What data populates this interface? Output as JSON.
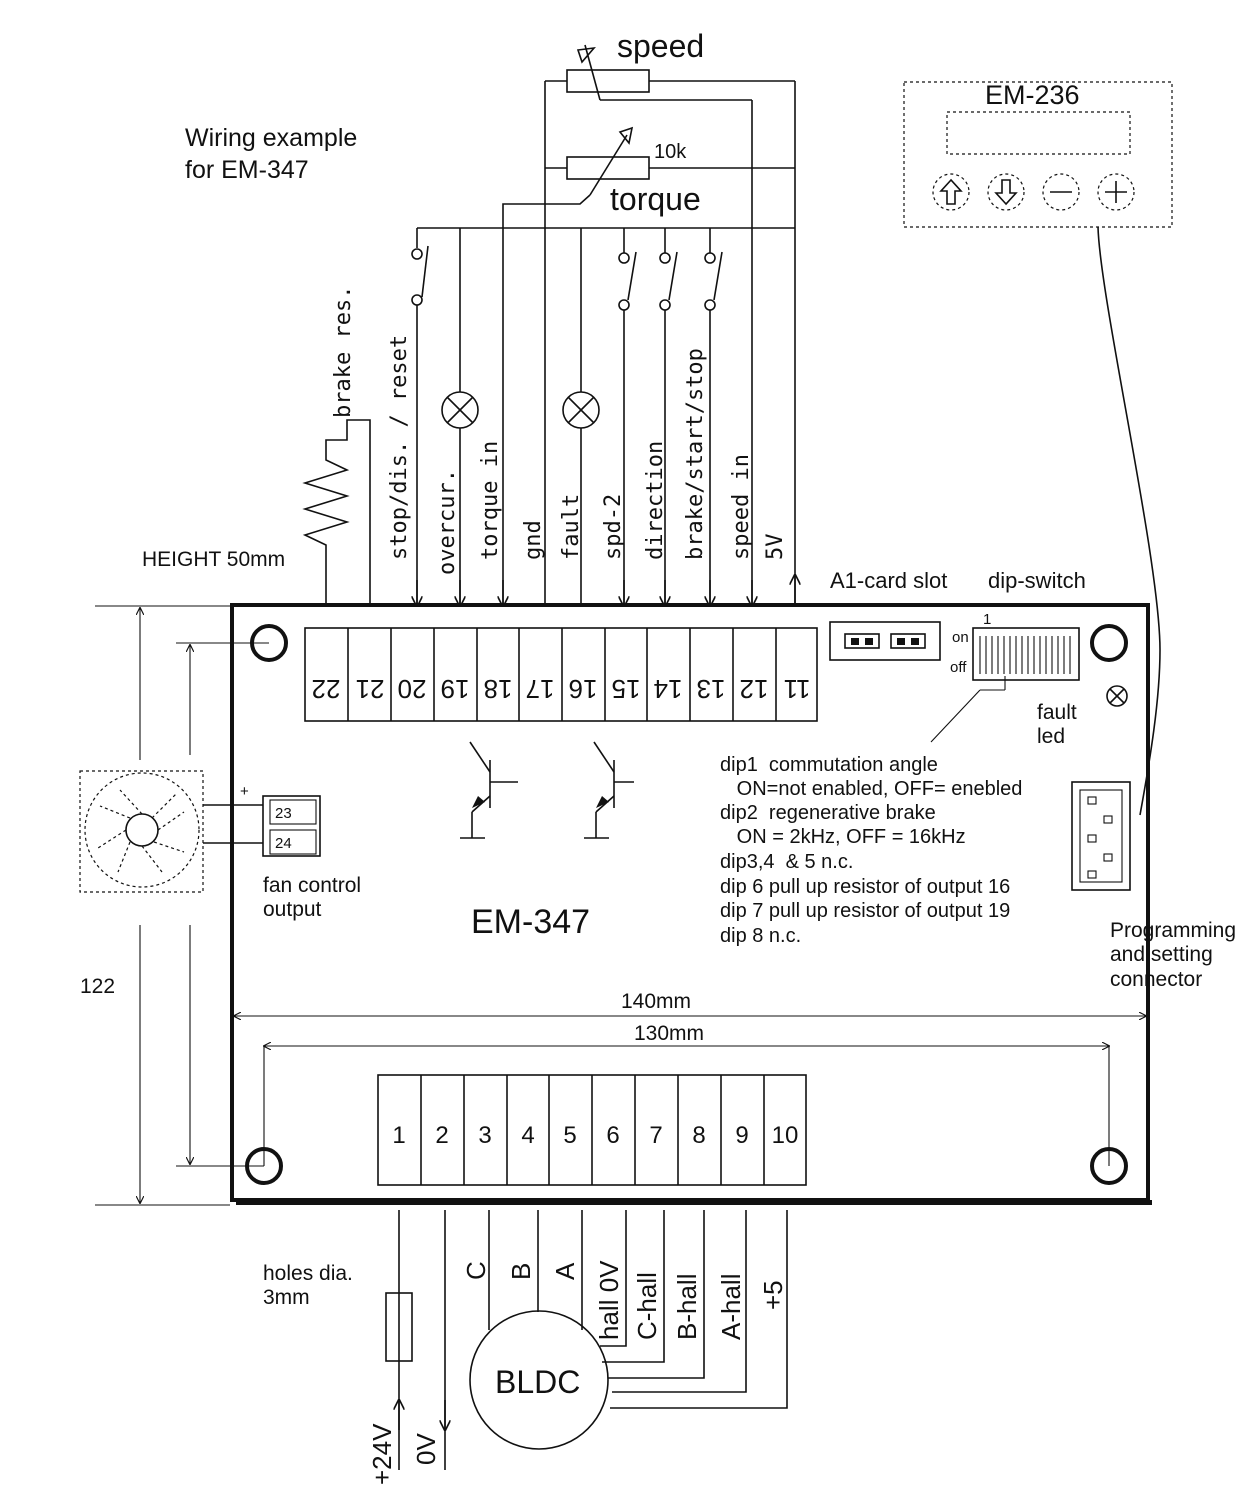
{
  "title": {
    "line1": "Wiring example",
    "line2": "for EM-347"
  },
  "height_note": "HEIGHT 50mm",
  "board_name": "EM-347",
  "pot_speed_label": "speed",
  "pot_value_label": "10k",
  "pot_torque_label": "torque",
  "brake_res_label": "brake res.",
  "top_terminals": [
    "22",
    "21",
    "20",
    "19",
    "18",
    "17",
    "16",
    "15",
    "14",
    "13",
    "12",
    "11"
  ],
  "top_signals": [
    "stop/dis. / reset",
    "overcur.",
    "torque in",
    "gnd",
    "fault",
    "spd-2",
    "direction",
    "brake/start/stop",
    "speed in",
    "5V"
  ],
  "bottom_terminals": [
    "1",
    "2",
    "3",
    "4",
    "5",
    "6",
    "7",
    "8",
    "9",
    "10"
  ],
  "bottom_signals": [
    "C",
    "B",
    "A",
    "hall 0V",
    "C-hall",
    "B-hall",
    "A-hall",
    "+5"
  ],
  "power": {
    "plus": "+24V",
    "zero": "0V"
  },
  "motor_label": "BLDC",
  "a1_card_label": "A1-card slot",
  "dip_label": "dip-switch",
  "dip_first": "1",
  "dip_on": "on",
  "dip_off": "off",
  "fault_led": {
    "line1": "fault",
    "line2": "led"
  },
  "fan": {
    "plus": "+",
    "t1": "23",
    "t2": "24",
    "label1": "fan control",
    "label2": "output"
  },
  "dip_notes": [
    "dip1  commutation angle",
    "   ON=not enabled, OFF= enebled",
    "dip2  regenerative brake",
    "   ON = 2kHz, OFF = 16kHz",
    "dip3,4  & 5 n.c.",
    "dip 6 pull up resistor of output 16",
    "dip 7 pull up resistor of output 19",
    "dip 8 n.c."
  ],
  "em236_label": "EM-236",
  "connector_label": {
    "line1": "Programming",
    "line2": "and setting",
    "line3": "connector"
  },
  "dim_140": "140mm",
  "dim_130": "130mm",
  "dim_122": "122",
  "holes": {
    "line1": "holes dia.",
    "line2": "3mm"
  }
}
